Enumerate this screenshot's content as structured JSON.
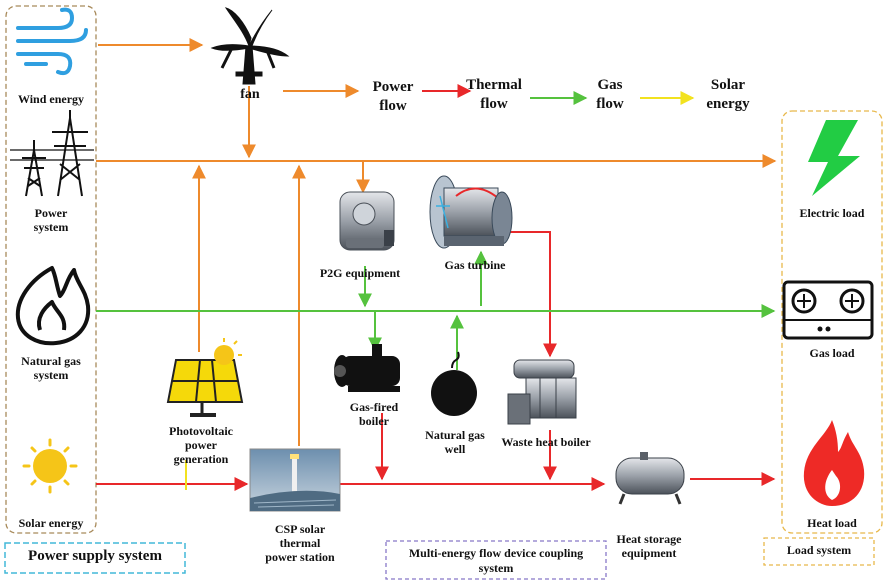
{
  "colors": {
    "power": "#ee8a2c",
    "thermal": "#e8282a",
    "gas": "#55c23e",
    "solar": "#f2e21f",
    "power_box": "#a88a5a",
    "device_box": "#8878c8",
    "load_box": "#e8b84a"
  },
  "legend": {
    "power_flow": "Power\nflow",
    "thermal_flow": "Thermal\nflow",
    "gas_flow": "Gas\nflow",
    "solar_energy": "Solar\nenergy"
  },
  "sources": {
    "wind": "Wind energy",
    "power_system": "Power\nsystem",
    "natural_gas": "Natural gas\nsystem",
    "solar": "Solar energy"
  },
  "devices": {
    "fan": "fan",
    "p2g": "P2G equipment",
    "gas_turbine": "Gas turbine",
    "photovoltaic": "Photovoltaic\npower\ngeneration",
    "gas_fired_boiler": "Gas-fired\nboiler",
    "natural_gas_well": "Natural gas\nwell",
    "waste_heat_boiler": "Waste heat boiler",
    "csp": "CSP solar\nthermal\npower station",
    "heat_storage": "Heat storage\nequipment"
  },
  "loads": {
    "electric": "Electric load",
    "gas": "Gas load",
    "heat": "Heat load"
  },
  "systems": {
    "power_supply": "Power supply system",
    "device_coupling": "Multi-energy flow device coupling\nsystem",
    "load_system": "Load system"
  },
  "icons": {
    "wind": "wind-icon",
    "transmission_tower": "transmission-tower-icon",
    "flame": "flame-icon",
    "sun": "sun-icon",
    "fan": "wind-turbine-icon",
    "p2g": "p2g-device-icon",
    "gas_turbine": "gas-turbine-icon",
    "solar_panel": "solar-panel-icon",
    "gas_boiler": "gas-boiler-icon",
    "gas_well": "gas-well-icon",
    "waste_heat_boiler": "waste-heat-boiler-icon",
    "csp_tower": "csp-tower-icon",
    "heat_tank": "heat-storage-tank-icon",
    "lightning": "lightning-bolt-icon",
    "stove": "gas-stove-icon",
    "fire": "fire-icon"
  }
}
